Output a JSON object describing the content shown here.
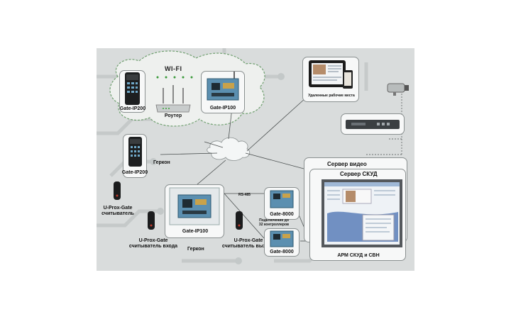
{
  "diagram": {
    "wifi_label": "WI-FI",
    "nodes": {
      "gate_ip200_top": "Gate-IP200",
      "router": "Роутер",
      "gate_ip100_top": "Gate-IP100",
      "remote_workstations": "Удаленные рабочие места",
      "gate_ip200_mid": "Gate-IP200",
      "gerkon_top": "Геркон",
      "uprox_reader_left": [
        "U-Prox-Gate",
        "считыватель"
      ],
      "uprox_reader_in": [
        "U-Prox-Gate",
        "считыватель входа"
      ],
      "gate_ip100_center": "Gate-IP100",
      "gerkon_bottom": "Геркон",
      "uprox_reader_out": [
        "U-Prox-Gate",
        "считыватель выхода"
      ],
      "rs485": "RS-485",
      "gate8000_top": "Gate-8000",
      "connection_note": [
        "Подключение до",
        "32 контроллеров"
      ],
      "gate8000_bottom": "Gate-8000",
      "video_server": "Сервер видео",
      "acs_server": "Сервер СКУД",
      "arm": "АРМ СКУД и СВН"
    }
  }
}
